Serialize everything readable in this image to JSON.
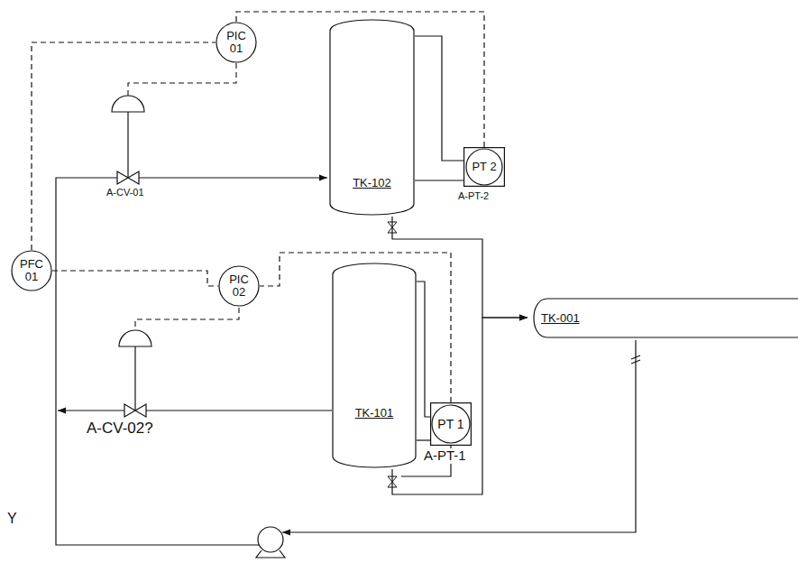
{
  "diagram": {
    "nodes": [
      {
        "text": [
          "PIC 01"
        ]
      },
      {
        "text": [
          "TK-102"
        ]
      },
      {
        "text": [
          "PT 2"
        ]
      },
      {
        "text": [
          "PFC 01"
        ]
      },
      {
        "text": [
          "PIC 02"
        ]
      },
      {
        "text": [
          "TK-001"
        ]
      },
      {
        "text": [
          "TK-101"
        ]
      },
      {
        "text": [
          "PT 1"
        ]
      }
    ],
    "edges": [
      {
        "from": 3,
        "to": 0,
        "arrow": "none"
      },
      {
        "from": 2,
        "to": 0,
        "arrow": "none"
      },
      {
        "from": 1,
        "to": 2,
        "arrow": "none"
      },
      {
        "from": 1,
        "to": 2,
        "arrow": "none"
      },
      {
        "from": 3,
        "to": 4,
        "arrow": "none"
      },
      {
        "from": 7,
        "to": 4,
        "arrow": "none"
      },
      {
        "from": 1,
        "to": 5,
        "arrow": "to"
      },
      {
        "from": 6,
        "to": 5,
        "arrow": "to"
      },
      {
        "from": 6,
        "to": 7,
        "arrow": "none"
      },
      {
        "from": 6,
        "to": 7,
        "arrow": "none"
      }
    ],
    "labels": [
      "A-CV-01",
      "A-CV-02?",
      "A-PT-2",
      "A-PT-1",
      "Y"
    ]
  }
}
